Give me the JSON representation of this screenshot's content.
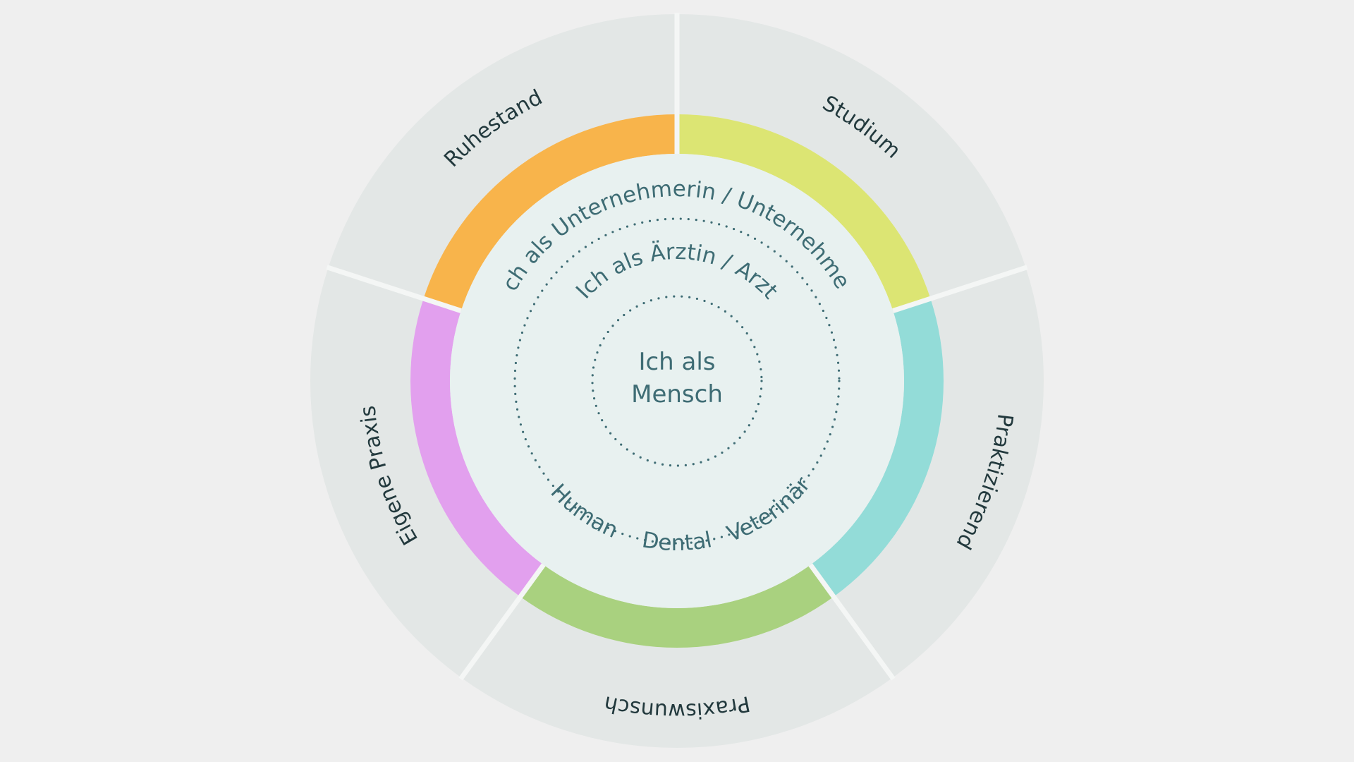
{
  "colors": {
    "background": "#efefef",
    "outer_ring": "#e3e7e6",
    "divider": "#f4f6f5",
    "inner_disc": "#e8f1f0",
    "teal_text": "#3e6c74",
    "dark_text": "#22393d"
  },
  "phases": [
    {
      "label": "Studium",
      "color": "#dce573"
    },
    {
      "label": "Praktizierend",
      "color": "#93dcd8"
    },
    {
      "label": "Praxiswunsch",
      "color": "#a9d17f"
    },
    {
      "label": "Eigene Praxis",
      "color": "#e2a0ee"
    },
    {
      "label": "Ruhestand",
      "color": "#f8b44b"
    }
  ],
  "inner": {
    "entrepreneur": "Ich als Unternehmerin / Unternehmer",
    "doctor": "Ich als Ärztin / Arzt",
    "person_line1": "Ich als",
    "person_line2": "Mensch",
    "fields": [
      "Human",
      "Dental",
      "Veterinär"
    ]
  }
}
